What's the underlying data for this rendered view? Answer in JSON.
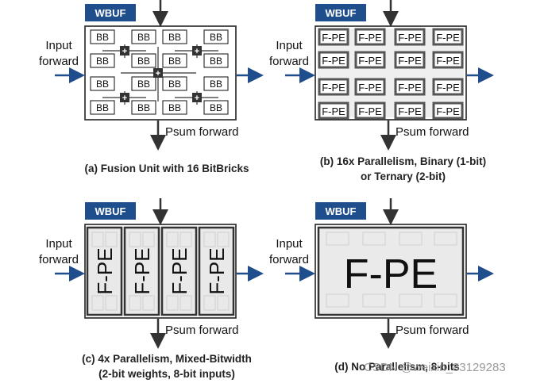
{
  "labels": {
    "wbuf": "WBUF",
    "input": "Input",
    "forward": "forward",
    "psum_forward": "Psum forward",
    "bb": "BB",
    "plus": "+",
    "fpe": "F-PE"
  },
  "panels": [
    {
      "id": "a",
      "caption": [
        "(a) Fusion Unit with 16 BitBricks"
      ]
    },
    {
      "id": "b",
      "caption": [
        "(b) 16x Parallelism, Binary (1-bit)",
        "or Ternary (2-bit)"
      ]
    },
    {
      "id": "c",
      "caption": [
        "(c) 4x Parallelism, Mixed-Bitwidth",
        "(2-bit weights, 8-bit inputs)"
      ]
    },
    {
      "id": "d",
      "caption": [
        "(d) No Parallelism, 8-bits"
      ]
    }
  ],
  "watermark": "CSDN @weixin_83129283",
  "colors": {
    "wbuf_bg": "#1f4e8c",
    "arrow_blue": "#1f4e8c",
    "dark": "#333333",
    "cell_gray": "#e4e4e4"
  }
}
